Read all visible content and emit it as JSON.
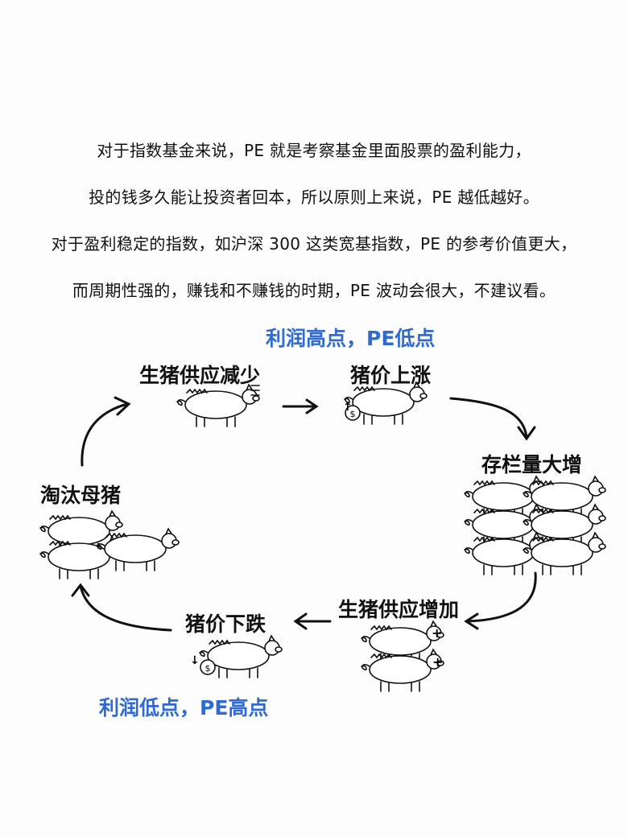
{
  "intro": {
    "lines": [
      "对于指数基金来说，PE 就是考察基金里面股票的盈利能力，",
      "投的钱多久能让投资者回本，所以原则上来说，PE 越低越好。",
      "对于盈利稳定的指数，如沪深 300 这类宽基指数，PE 的参考价值更大，",
      "而周期性强的，赚钱和不赚钱的时期，PE 波动会很大，不建议看。"
    ]
  },
  "diagram": {
    "stages": {
      "supply_decrease": "生猪供应减少",
      "price_rise": "猪价上涨",
      "stock_increase": "存栏量大增",
      "supply_increase": "生猪供应增加",
      "price_fall": "猪价下跌",
      "cull_sows": "淘汰母猪"
    },
    "notes": {
      "profit_high": "利润高点，PE低点",
      "profit_low": "利润低点，PE高点"
    },
    "note_color": "#2f6bd1",
    "symbols": {
      "money_bag": "$",
      "plus": "+",
      "up_arrow": "↑",
      "down_arrow": "↓"
    }
  }
}
